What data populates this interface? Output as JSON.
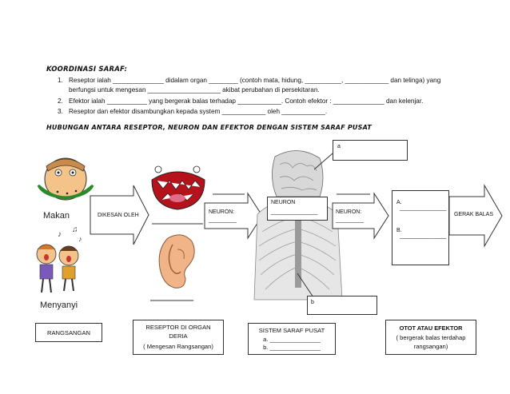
{
  "koordinasi": {
    "title": "KOORDINASI SARAF:",
    "items": [
      {
        "num": "1.",
        "line1": "Reseptor ialah ______________ didalam organ ________ (contoh mata, hidung, __________, ____________ dan telinga) yang",
        "line2": "berfungsi untuk mengesan ____________________ akibat perubahan di persekitaran."
      },
      {
        "num": "2.",
        "line1": "Efektor ialah ___________ yang bergerak balas terhadap ____________. Contoh efektor : ______________ dan kelenjar."
      },
      {
        "num": "3.",
        "line1": "Reseptor dan efektor disambungkan kepada system ____________ oleh ____________."
      }
    ]
  },
  "section2": {
    "title": "HUBUNGAN ANTARA RESEPTOR, NEURON DAN EFEKTOR DENGAN SISTEM SARAF PUSAT"
  },
  "diagram": {
    "makan": "Makan",
    "menyanyi": "Menyanyi",
    "arrow1": "DIKESAN OLEH",
    "neuron_left": "NEURON:",
    "neuron_left_blank": "_________",
    "neuron_center": "NEURON",
    "neuron_center_blank": "_______________",
    "neuron_right": "NEURON:",
    "neuron_right_blank": "_________",
    "label_a": "a",
    "label_b": "b",
    "effector_a": "A.",
    "effector_b": "B.",
    "effector_blank": "_______________",
    "gerak_balas": "GERAK BALAS"
  },
  "captions": {
    "rangsangan": "RANGSANGAN",
    "reseptor_line1": "RESEPTOR DI ORGAN",
    "reseptor_line2": "DERIA",
    "reseptor_line3": "( Mengesan Rangsangan)",
    "ssp_title": "SISTEM SARAF PUSAT",
    "ssp_a": "a.",
    "ssp_b": "b.",
    "ssp_blank": "_______________",
    "otot_line1": "OTOT ATAU EFEKTOR",
    "otot_line2": "( bergerak balas terdahap",
    "otot_line3": "rangsangan)"
  }
}
